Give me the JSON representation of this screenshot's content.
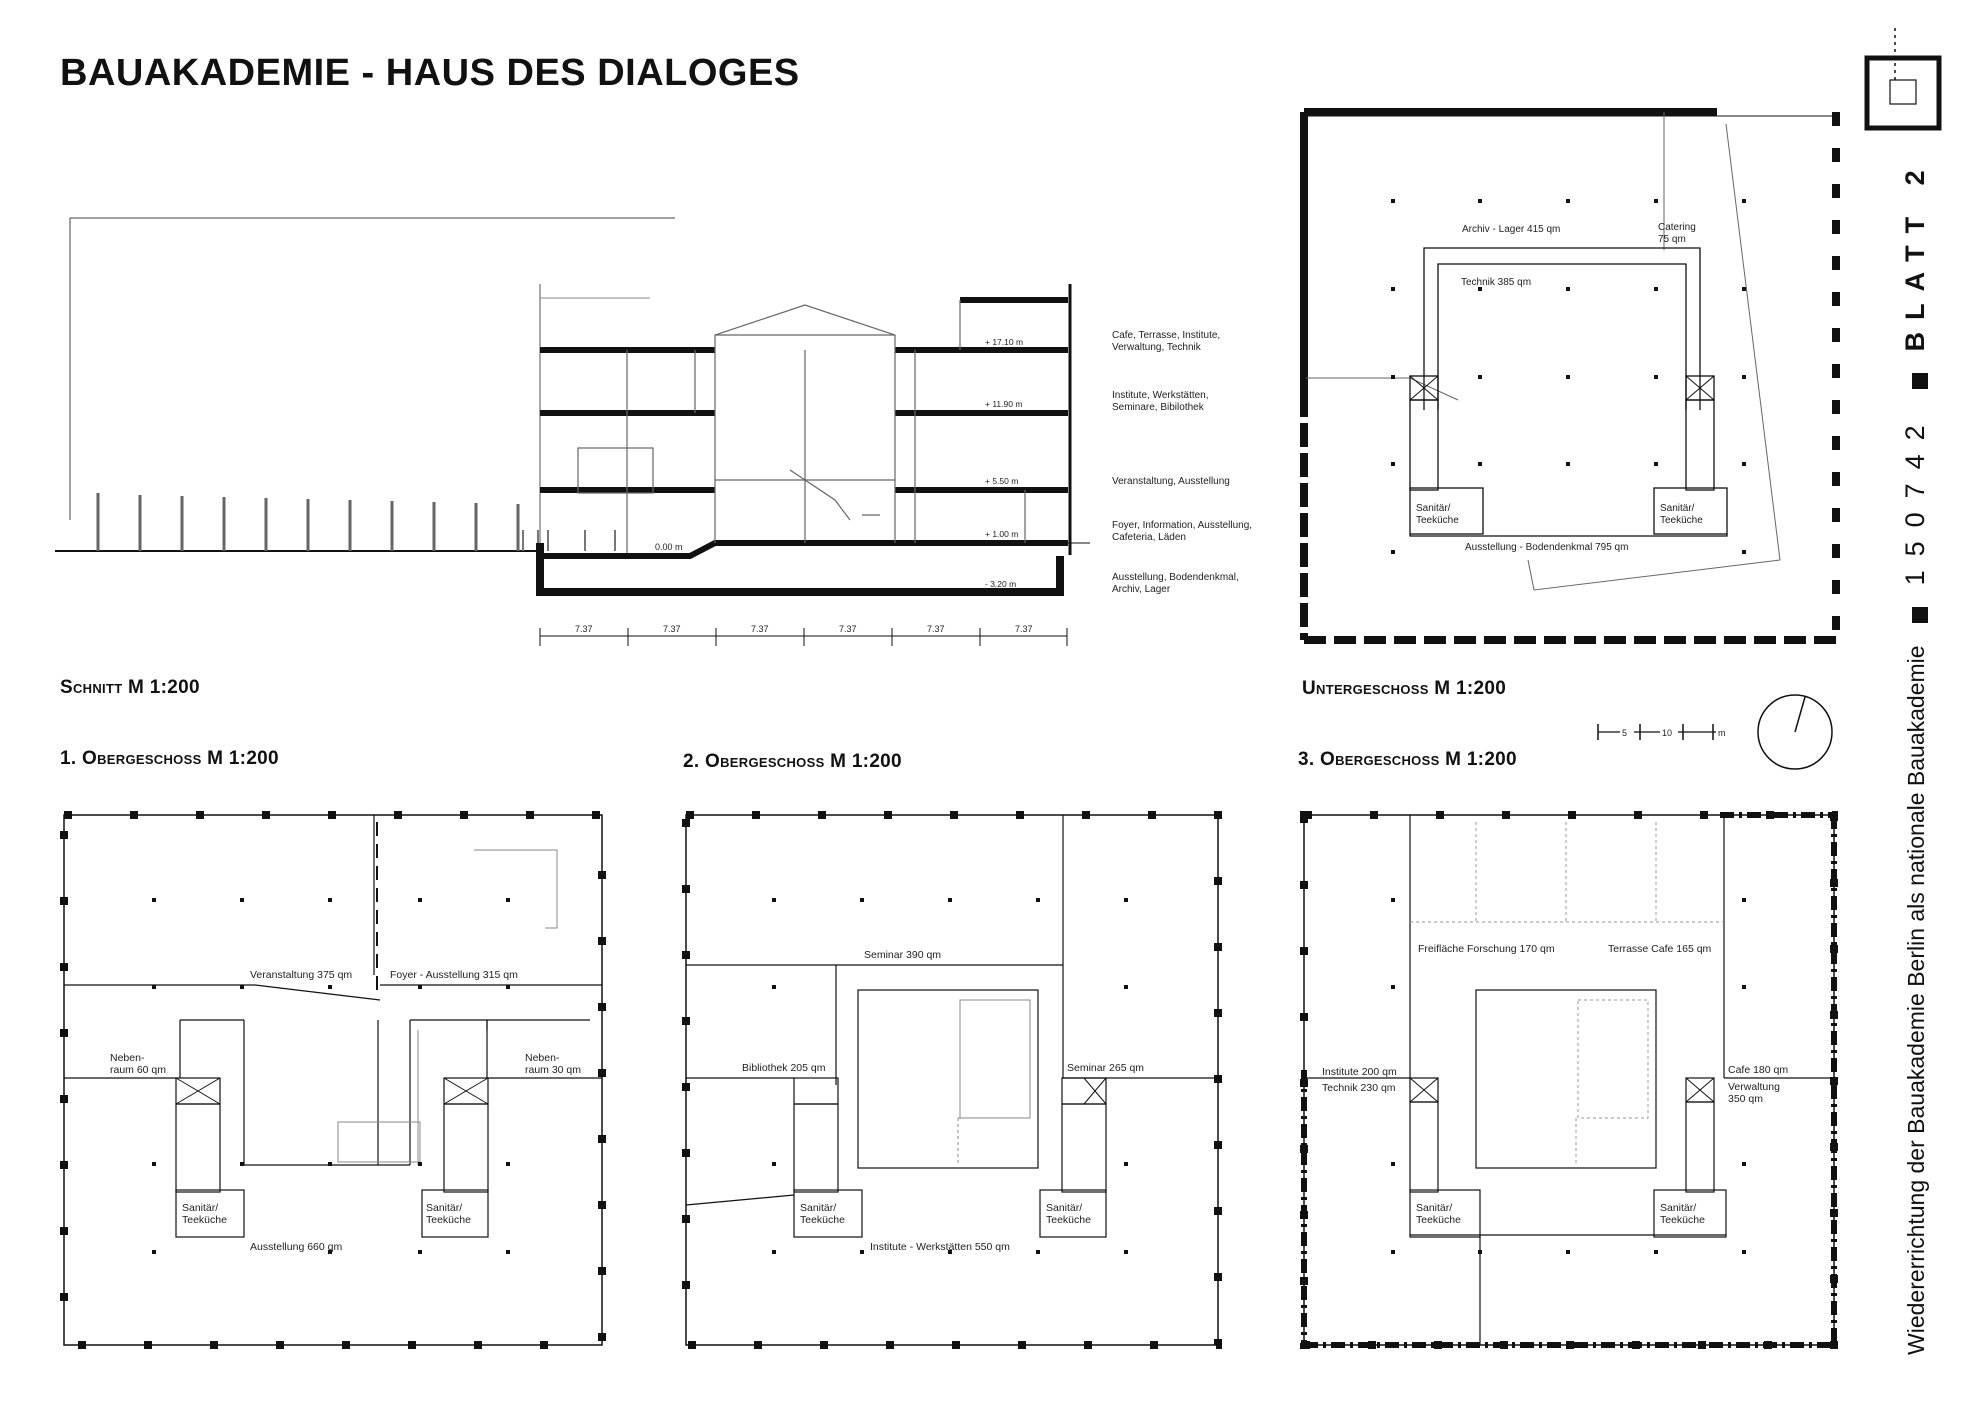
{
  "title": "BAUAKADEMIE - HAUS DES DIALOGES",
  "captions": {
    "schnitt": "Schnitt M 1:200",
    "ug": "Untergeschoss M 1:200",
    "og1": "1. Obergeschoss M 1:200",
    "og2": "2. Obergeschoss M 1:200",
    "og3": "3. Obergeschoss M 1:200"
  },
  "sidebar": {
    "project": "Wiedererrichtung der Bauakademie Berlin als nationale Bauakademie",
    "number": "150742",
    "sheet": "BLATT 2"
  },
  "section": {
    "levels": [
      "+ 17.10 m",
      "+ 11.90 m",
      "+ 5.50 m",
      "+ 1.00 m",
      "- 3.20 m"
    ],
    "ground": "0.00 m",
    "uses": [
      [
        "Cafe, Terrasse, Institute,",
        "Verwaltung, Technik"
      ],
      [
        "Institute, Werkstätten,",
        "Seminare, Bibilothek"
      ],
      [
        "Veranstaltung, Ausstellung"
      ],
      [
        "Foyer, Information, Ausstellung,",
        "Cafeteria, Läden"
      ],
      [
        "Ausstellung, Bodendenkmal,",
        "Archiv, Lager"
      ]
    ],
    "dims": [
      "7.37",
      "7.37",
      "7.37",
      "7.37",
      "7.37",
      "7.37"
    ]
  },
  "scale_bar": {
    "labels": [
      "5",
      "10",
      "m"
    ]
  },
  "plans": {
    "ug": {
      "archiv": "Archiv - Lager 415 qm",
      "catering": [
        "Catering",
        "75 qm"
      ],
      "technik": "Technik 385 qm",
      "sanitaer": [
        "Sanitär/",
        "Teeküche"
      ],
      "ausstellung": "Ausstellung - Bodendenkmal 795 qm"
    },
    "og1": {
      "veranstaltung": "Veranstaltung 375 qm",
      "foyer": "Foyer - Ausstellung 315 qm",
      "neben_left": [
        "Neben-",
        "raum 60 qm"
      ],
      "neben_right": [
        "Neben-",
        "raum 30 qm"
      ],
      "sanitaer": [
        "Sanitär/",
        "Teeküche"
      ],
      "ausstellung": "Ausstellung 660 qm"
    },
    "og2": {
      "seminar390": "Seminar 390 qm",
      "bibliothek": "Bibliothek 205 qm",
      "seminar265": "Seminar 265 qm",
      "sanitaer": [
        "Sanitär/",
        "Teeküche"
      ],
      "institute": "Institute - Werkstätten 550 qm"
    },
    "og3": {
      "freiflaeche": "Freifläche Forschung 170 qm",
      "terrasse": "Terrasse Cafe 165 qm",
      "institute": "Institute 200 qm",
      "technik": "Technik 230 qm",
      "cafe": "Cafe 180 qm",
      "verwaltung": [
        "Verwaltung",
        "350 qm"
      ],
      "sanitaer": [
        "Sanitär/",
        "Teeküche"
      ]
    }
  }
}
